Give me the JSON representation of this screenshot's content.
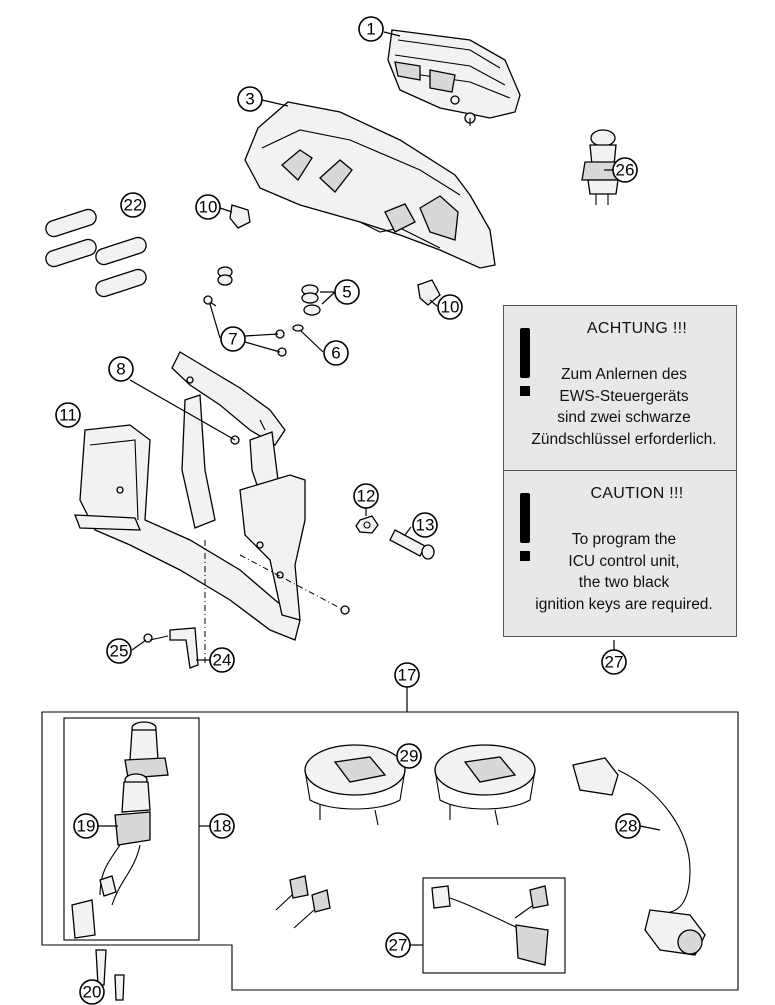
{
  "callouts": {
    "c1": "1",
    "c3": "3",
    "c5": "5",
    "c6": "6",
    "c7": "7",
    "c8": "8",
    "c10a": "10",
    "c10b": "10",
    "c11": "11",
    "c12": "12",
    "c13": "13",
    "c17": "17",
    "c18": "18",
    "c19": "19",
    "c20": "20",
    "c22": "22",
    "c24": "24",
    "c25": "25",
    "c26": "26",
    "c27a": "27",
    "c27b": "27",
    "c28": "28",
    "c29": "29"
  },
  "notice_de": {
    "title": "ACHTUNG !!!",
    "lines": [
      "Zum Anlernen des",
      "EWS-Steuergeräts",
      "sind zwei schwarze",
      "Zündschlüssel erforderlich."
    ]
  },
  "notice_en": {
    "title": "CAUTION !!!",
    "lines": [
      "To program the",
      "ICU control unit,",
      "the two black",
      "ignition keys are required."
    ]
  },
  "icons": [
    "warning-exclamation-icon"
  ]
}
